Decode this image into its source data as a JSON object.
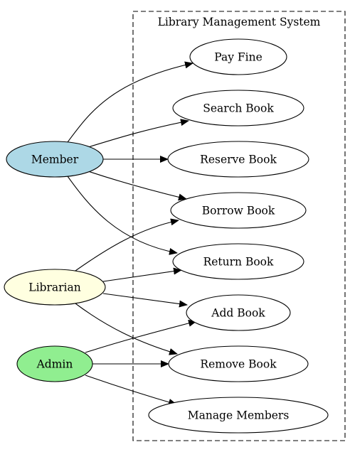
{
  "system": {
    "label": "Library Management System"
  },
  "actors": [
    {
      "id": "member",
      "label": "Member",
      "fill": "#add8e6"
    },
    {
      "id": "librarian",
      "label": "Librarian",
      "fill": "#ffffe0"
    },
    {
      "id": "admin",
      "label": "Admin",
      "fill": "#90ee90"
    }
  ],
  "use_cases": [
    {
      "id": "pay-fine",
      "label": "Pay Fine"
    },
    {
      "id": "search-book",
      "label": "Search Book"
    },
    {
      "id": "reserve-book",
      "label": "Reserve Book"
    },
    {
      "id": "borrow-book",
      "label": "Borrow Book"
    },
    {
      "id": "return-book",
      "label": "Return Book"
    },
    {
      "id": "add-book",
      "label": "Add Book"
    },
    {
      "id": "remove-book",
      "label": "Remove Book"
    },
    {
      "id": "manage-members",
      "label": "Manage Members"
    }
  ],
  "edges": [
    {
      "from": "member",
      "to": "pay-fine"
    },
    {
      "from": "member",
      "to": "search-book"
    },
    {
      "from": "member",
      "to": "reserve-book"
    },
    {
      "from": "member",
      "to": "borrow-book"
    },
    {
      "from": "member",
      "to": "return-book"
    },
    {
      "from": "librarian",
      "to": "borrow-book"
    },
    {
      "from": "librarian",
      "to": "return-book"
    },
    {
      "from": "librarian",
      "to": "add-book"
    },
    {
      "from": "librarian",
      "to": "remove-book"
    },
    {
      "from": "admin",
      "to": "add-book"
    },
    {
      "from": "admin",
      "to": "remove-book"
    },
    {
      "from": "admin",
      "to": "manage-members"
    }
  ]
}
